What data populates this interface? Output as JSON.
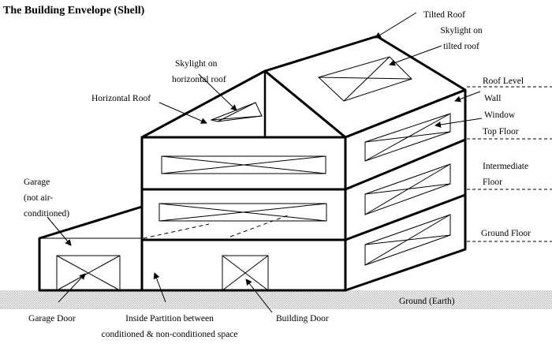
{
  "title": "The Building Envelope (Shell)",
  "labels": {
    "tilted_roof": "Tilted Roof",
    "skylight_tilted": [
      "Skylight on",
      "tilted roof"
    ],
    "skylight_horizontal": [
      "Skylight on",
      "horizontal roof"
    ],
    "horizontal_roof": "Horizontal Roof",
    "roof_level": "Roof Level",
    "wall": "Wall",
    "window": "Window",
    "top_floor": "Top Floor",
    "intermediate_floor": [
      "Intermediate",
      "Floor"
    ],
    "ground_floor": "Ground Floor",
    "garage": [
      "Garage",
      "(not air-",
      "conditioned)"
    ],
    "ground": "Ground (Earth)",
    "garage_door": "Garage Door",
    "inside_partition": [
      "Inside Partition between",
      "conditioned & non-conditioned space"
    ],
    "building_door": "Building Door"
  }
}
